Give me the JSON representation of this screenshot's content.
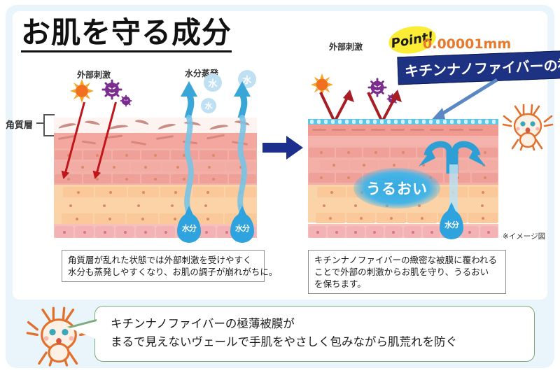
{
  "title": "お肌を守る成分",
  "left_panel": {
    "stratum_label": "角質層",
    "stimulus_label": "外部刺激",
    "evaporation_label": "水分蒸発",
    "water_circles": [
      "水",
      "水",
      "水"
    ],
    "drops": [
      "水分",
      "水分"
    ],
    "caption_lines": [
      "角質層が乱れた状態では外部刺激を受けやすく",
      "水分も蒸発しやすくなり、お肌の調子が崩れがちに。"
    ]
  },
  "right_panel": {
    "stimulus_label": "外部刺激",
    "point_badge": "Point!",
    "thickness": "0.00001mm",
    "banner": "キチンナノファイバーの被膜",
    "moisture_label": "うるおい",
    "drops": [
      "水分"
    ],
    "image_note": "※イメージ図",
    "caption_lines": [
      "キチンナノファイバーの緻密な被膜に覆われる",
      "ことで外部の刺激からお肌を守り、うるおい",
      "を保ちます。"
    ]
  },
  "bottom_bubble": {
    "lines": [
      "キチンナノファイバーの極薄被膜が",
      "まるで見えないヴェールで手肌をやさしく包みながら肌荒れを防ぐ"
    ]
  },
  "colors": {
    "panel_blue": "#eaf4fb",
    "banner_navy": "#1d3282",
    "point_yellow": "#fbec36",
    "thickness_orange": "#e8782b",
    "water_blue": "#2ea3dd",
    "film_cyan": "#5ec6e6",
    "stimulus_red": "#c0151b",
    "transition_arrow": "#1d2f8c",
    "mascot_orange": "#e2702a",
    "bubble_green": "#7cab7c"
  }
}
